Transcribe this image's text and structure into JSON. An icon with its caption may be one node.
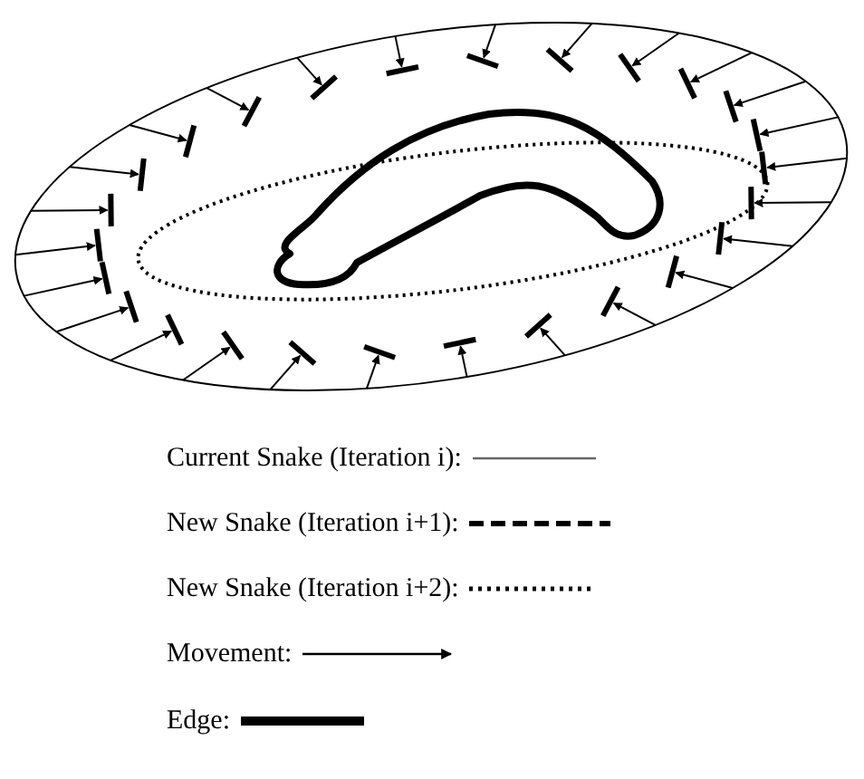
{
  "diagram": {
    "legend": [
      {
        "text": "Current Snake (Iteration i):"
      },
      {
        "text": "New Snake (Iteration i+1):"
      },
      {
        "text": "New Snake (Iteration i+2):"
      },
      {
        "text": "Movement:"
      },
      {
        "text": "Edge:"
      }
    ]
  }
}
